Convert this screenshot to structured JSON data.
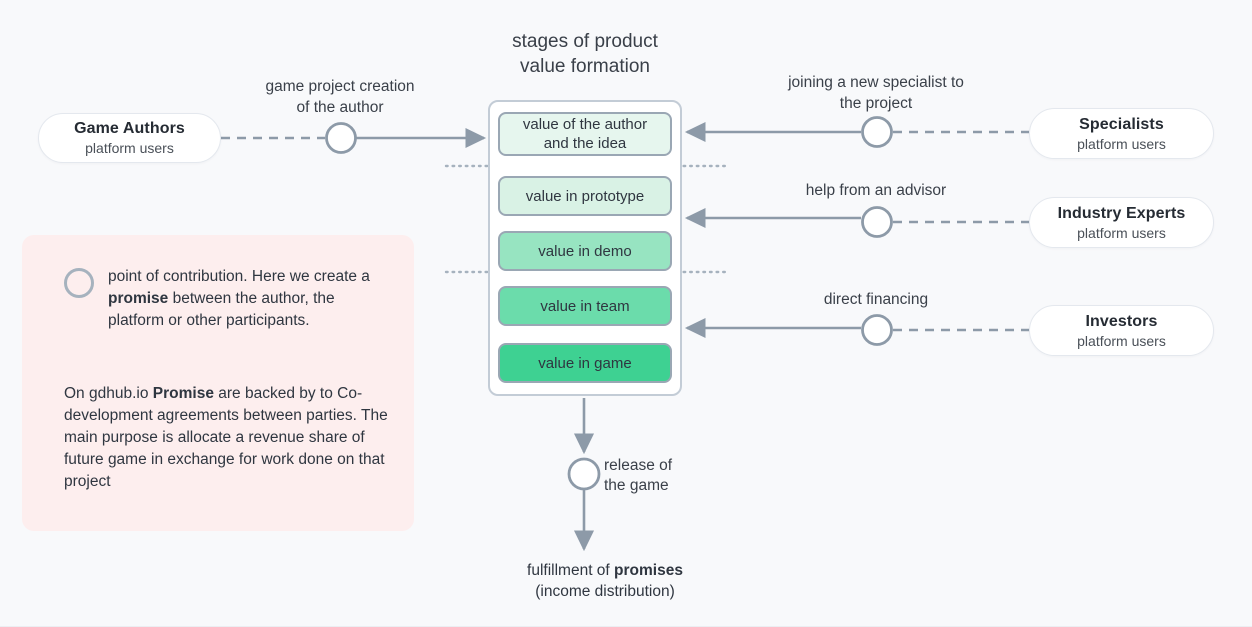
{
  "diagram": {
    "title_line1": "stages of product",
    "title_line2": "value formation",
    "background_color": "#f8f9fb",
    "accent_green": "#3ecf8e",
    "node_stroke": "#8d9aa8"
  },
  "stages": [
    {
      "label": "value of the author\nand the idea",
      "label_line1": "value of the author",
      "label_line2": "and the idea",
      "fill": "#e6f6ee"
    },
    {
      "label": "value in prototype",
      "fill": "#d9f2e5"
    },
    {
      "label": "value in demo",
      "fill": "#97e4c1"
    },
    {
      "label": "value in team",
      "fill": "#6bdcab"
    },
    {
      "label": "value in game",
      "fill": "#3ed192"
    }
  ],
  "actors_left": [
    {
      "name": "Game Authors",
      "subtitle": "platform users",
      "edge_label_line1": "game project creation",
      "edge_label_line2": "of the author"
    }
  ],
  "actors_right": [
    {
      "name": "Specialists",
      "subtitle": "platform users",
      "edge_label_line1": "joining a new specialist to",
      "edge_label_line2": "the project"
    },
    {
      "name": "Industry Experts",
      "subtitle": "platform users",
      "edge_label_line1": "help from an advisor",
      "edge_label_line2": ""
    },
    {
      "name": "Investors",
      "subtitle": "platform users",
      "edge_label_line1": "direct financing",
      "edge_label_line2": ""
    }
  ],
  "note": {
    "background_color": "#fdeeee",
    "legend_text_a": "point of contribution. Here we create a ",
    "legend_text_bold": "promise",
    "legend_text_b": " between the author, the platform or other participants.",
    "para_a": "On gdhub.io ",
    "para_bold": "Promise",
    "para_b": " are backed by to Co-development agreements between parties. The main purpose is allocate a revenue share of future game in exchange for work done on that project"
  },
  "flow": {
    "release_line1": "release of",
    "release_line2": "the game",
    "fulfillment_a": "fulfillment of ",
    "fulfillment_bold": "promises",
    "fulfillment_sub": "(income distribution)"
  }
}
